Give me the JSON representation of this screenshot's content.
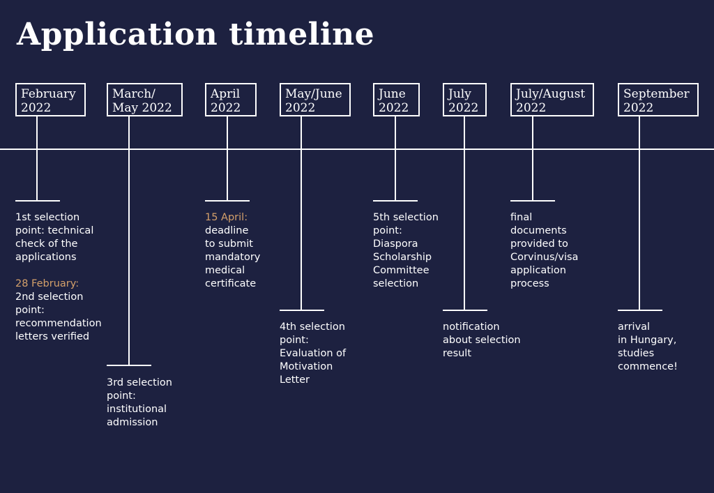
{
  "title": "Application timeline",
  "accent_color": "#d4a06a",
  "background_color": "#1d2140",
  "milestones": [
    {
      "date_line1": "February",
      "date_line2": "2022",
      "text": [
        "1st selection",
        "point: technical",
        "check of the",
        "applications"
      ],
      "highlight": "28 February:",
      "text2": [
        "2nd selection",
        "point:",
        "recommendation",
        "letters verified"
      ]
    },
    {
      "date_line1": "March/",
      "date_line2": "May 2022",
      "text": [
        "3rd selection",
        "point:",
        "institutional",
        "admission"
      ]
    },
    {
      "date_line1": "April",
      "date_line2": "2022",
      "highlight": "15 April:",
      "text": [
        "deadline",
        "to submit",
        "mandatory",
        "medical",
        "certificate"
      ]
    },
    {
      "date_line1": "May/June",
      "date_line2": "2022",
      "text": [
        "4th selection",
        "point:",
        "Evaluation of",
        "Motivation",
        "Letter"
      ]
    },
    {
      "date_line1": "June",
      "date_line2": "2022",
      "text": [
        "5th selection",
        "point:",
        "Diaspora",
        "Scholarship",
        "Committee",
        "selection"
      ]
    },
    {
      "date_line1": "July",
      "date_line2": "2022",
      "text": [
        "notification",
        "about selection",
        "result"
      ]
    },
    {
      "date_line1": "July/August",
      "date_line2": "2022",
      "text": [
        "final",
        "documents",
        "provided to",
        "Corvinus/visa",
        "application",
        "process"
      ]
    },
    {
      "date_line1": "September",
      "date_line2": "2022",
      "text": [
        "arrival",
        "in Hungary,",
        "studies",
        "commence!"
      ]
    }
  ]
}
